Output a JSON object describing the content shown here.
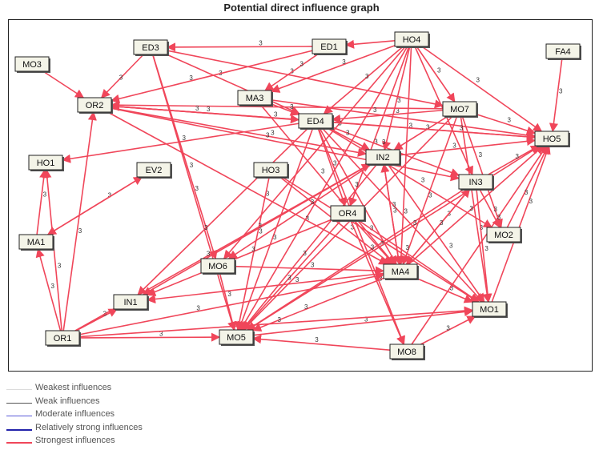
{
  "title": "Potential direct influence graph",
  "colors": {
    "edge": "#f0465a",
    "node_fill": "#f4f4e8",
    "node_border": "#222222",
    "node_shadow": "#555555"
  },
  "nodes": [
    {
      "id": "ED3",
      "label": "ED3"
    },
    {
      "id": "ED1",
      "label": "ED1"
    },
    {
      "id": "HO4",
      "label": "HO4"
    },
    {
      "id": "FA4",
      "label": "FA4"
    },
    {
      "id": "MO3",
      "label": "MO3"
    },
    {
      "id": "MA3",
      "label": "MA3"
    },
    {
      "id": "OR2",
      "label": "OR2"
    },
    {
      "id": "ED4",
      "label": "ED4"
    },
    {
      "id": "MO7",
      "label": "MO7"
    },
    {
      "id": "HO5",
      "label": "HO5"
    },
    {
      "id": "HO1",
      "label": "HO1"
    },
    {
      "id": "EV2",
      "label": "EV2"
    },
    {
      "id": "HO3",
      "label": "HO3"
    },
    {
      "id": "IN2",
      "label": "IN2"
    },
    {
      "id": "IN3",
      "label": "IN3"
    },
    {
      "id": "OR4",
      "label": "OR4"
    },
    {
      "id": "MA1",
      "label": "MA1"
    },
    {
      "id": "MO2",
      "label": "MO2"
    },
    {
      "id": "MO6",
      "label": "MO6"
    },
    {
      "id": "MA4",
      "label": "MA4"
    },
    {
      "id": "IN1",
      "label": "IN1"
    },
    {
      "id": "MO1",
      "label": "MO1"
    },
    {
      "id": "OR1",
      "label": "OR1"
    },
    {
      "id": "MO5",
      "label": "MO5"
    },
    {
      "id": "MO8",
      "label": "MO8"
    }
  ],
  "edges": [
    [
      "ED1",
      "ED3",
      "3"
    ],
    [
      "HO4",
      "ED1",
      ""
    ],
    [
      "FA4",
      "HO5",
      "3"
    ],
    [
      "MO3",
      "OR2",
      ""
    ],
    [
      "ED3",
      "OR2",
      "3"
    ],
    [
      "ED3",
      "ED4",
      "3"
    ],
    [
      "ED3",
      "MO7",
      "3"
    ],
    [
      "ED3",
      "MO5",
      "3"
    ],
    [
      "ED3",
      "MO6",
      "3"
    ],
    [
      "ED1",
      "OR2",
      "3"
    ],
    [
      "ED1",
      "MA3",
      "3"
    ],
    [
      "HO4",
      "MA3",
      "3"
    ],
    [
      "HO4",
      "ED4",
      "3"
    ],
    [
      "HO4",
      "IN2",
      "3"
    ],
    [
      "HO4",
      "OR4",
      "3"
    ],
    [
      "HO4",
      "MA4",
      "3"
    ],
    [
      "HO4",
      "HO5",
      "3"
    ],
    [
      "HO4",
      "MO7",
      "3"
    ],
    [
      "HO4",
      "IN3",
      "3"
    ],
    [
      "HO4",
      "MO5",
      "3"
    ],
    [
      "HO4",
      "MO6",
      "3"
    ],
    [
      "MO7",
      "ED4",
      "3"
    ],
    [
      "MO7",
      "HO5",
      "3"
    ],
    [
      "MO7",
      "MA4",
      "3"
    ],
    [
      "MO7",
      "MO1",
      "3"
    ],
    [
      "MO7",
      "MO2",
      "3"
    ],
    [
      "MO7",
      "IN2",
      "3"
    ],
    [
      "MO7",
      "MO5",
      "3"
    ],
    [
      "MO7",
      "OR2",
      "3"
    ],
    [
      "MA3",
      "ED4",
      "3"
    ],
    [
      "MA3",
      "HO5",
      "3"
    ],
    [
      "MA3",
      "MA4",
      "3"
    ],
    [
      "OR2",
      "ED4",
      "3"
    ],
    [
      "OR2",
      "MA4",
      "3"
    ],
    [
      "OR2",
      "IN2",
      "3"
    ],
    [
      "OR2",
      "HO5",
      "3"
    ],
    [
      "OR2",
      "IN3",
      "3"
    ],
    [
      "ED4",
      "HO1",
      "3"
    ],
    [
      "ED4",
      "OR2",
      "3"
    ],
    [
      "ED4",
      "HO5",
      "3"
    ],
    [
      "ED4",
      "IN3",
      "3"
    ],
    [
      "ED4",
      "MA4",
      "3"
    ],
    [
      "ED4",
      "MO1",
      "3"
    ],
    [
      "ED4",
      "MO5",
      "3"
    ],
    [
      "ED4",
      "IN1",
      "3"
    ],
    [
      "ED4",
      "IN2",
      "3"
    ],
    [
      "ED4",
      "MO8",
      "3"
    ],
    [
      "ED4",
      "OR4",
      "3"
    ],
    [
      "ED4",
      "MO2",
      "3"
    ],
    [
      "HO3",
      "MA4",
      "3"
    ],
    [
      "HO3",
      "MO5",
      "3"
    ],
    [
      "HO3",
      "MO1",
      "3"
    ],
    [
      "IN2",
      "MA4",
      "3"
    ],
    [
      "IN2",
      "MO5",
      "3"
    ],
    [
      "IN2",
      "MO1",
      "3"
    ],
    [
      "IN2",
      "HO5",
      "3"
    ],
    [
      "IN2",
      "MO6",
      "3"
    ],
    [
      "IN2",
      "IN1",
      "3"
    ],
    [
      "IN3",
      "MO1",
      "3"
    ],
    [
      "IN3",
      "MO2",
      "3"
    ],
    [
      "IN3",
      "MA4",
      "3"
    ],
    [
      "IN3",
      "MO5",
      "3"
    ],
    [
      "IN3",
      "HO5",
      "3"
    ],
    [
      "OR4",
      "MO5",
      "3"
    ],
    [
      "OR4",
      "MA4",
      "3"
    ],
    [
      "OR4",
      "MO1",
      "3"
    ],
    [
      "OR4",
      "IN1",
      "3"
    ],
    [
      "OR4",
      "MO8",
      "3"
    ],
    [
      "MA4",
      "MO1",
      "3"
    ],
    [
      "MA4",
      "MO5",
      "3"
    ],
    [
      "MA4",
      "IN1",
      "3"
    ],
    [
      "MA4",
      "HO5",
      "3"
    ],
    [
      "MA4",
      "IN3",
      "3"
    ],
    [
      "MA4",
      "IN2",
      "3"
    ],
    [
      "MO1",
      "HO5",
      "3"
    ],
    [
      "MO2",
      "HO5",
      "3"
    ],
    [
      "MO6",
      "MO5",
      "3"
    ],
    [
      "MO5",
      "MO1",
      "3"
    ],
    [
      "MO8",
      "MO5",
      "3"
    ],
    [
      "MO8",
      "HO5",
      "3"
    ],
    [
      "OR1",
      "HO1",
      "3"
    ],
    [
      "OR1",
      "OR2",
      "3"
    ],
    [
      "OR1",
      "MA1",
      "3"
    ],
    [
      "OR1",
      "MO5",
      "3"
    ],
    [
      "OR1",
      "IN1",
      "3"
    ],
    [
      "OR1",
      "MA4",
      "3"
    ],
    [
      "OR1",
      "IN2",
      "3"
    ],
    [
      "OR1",
      "MO1",
      "3"
    ],
    [
      "MA1",
      "HO1",
      "3"
    ],
    [
      "MA1",
      "EV2",
      "3"
    ],
    [
      "EV2",
      "MA1",
      ""
    ],
    [
      "MO8",
      "MO1",
      "3"
    ],
    [
      "MO6",
      "MA4",
      "3"
    ],
    [
      "MO5",
      "HO5",
      "3"
    ]
  ],
  "legend": [
    {
      "label": "Weakest influences",
      "color": "#dcdcdc",
      "width": 1
    },
    {
      "label": "Weak influences",
      "color": "#555555",
      "width": 1
    },
    {
      "label": "Moderate influences",
      "color": "#5a5ad8",
      "width": 1
    },
    {
      "label": "Relatively strong influences",
      "color": "#2222aa",
      "width": 2
    },
    {
      "label": "Strongest influences",
      "color": "#f0465a",
      "width": 2
    }
  ]
}
